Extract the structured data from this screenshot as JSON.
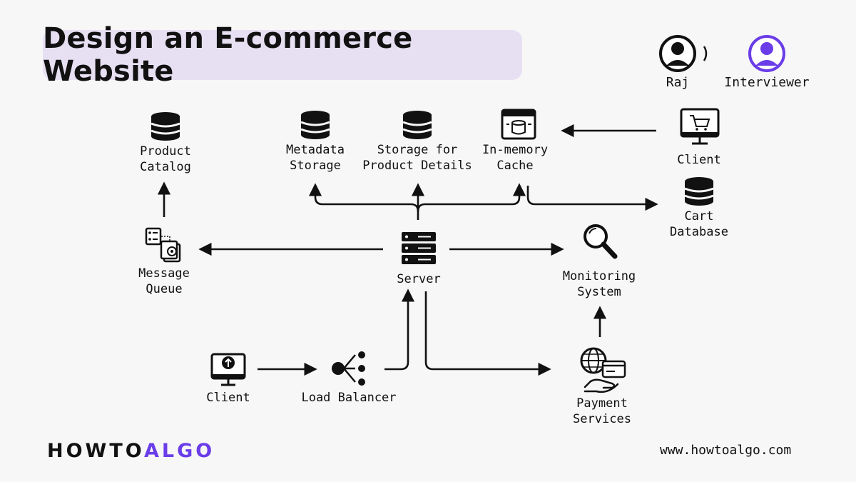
{
  "title": "Design an E-commerce Website",
  "participants": [
    {
      "name": "Raj",
      "icon": "speaker-avatar-icon"
    },
    {
      "name": "Interviewer",
      "icon": "user-avatar-icon",
      "color": "#6a3de8"
    }
  ],
  "nodes": {
    "product_catalog": {
      "line1": "Product",
      "line2": "Catalog",
      "icon": "database-icon"
    },
    "metadata_storage": {
      "line1": "Metadata",
      "line2": "Storage",
      "icon": "database-icon"
    },
    "product_details_storage": {
      "line1": "Storage for",
      "line2": "Product Details",
      "icon": "database-icon"
    },
    "in_memory_cache": {
      "line1": "In-memory",
      "line2": "Cache",
      "icon": "cache-window-icon"
    },
    "client_top": {
      "line1": "Client",
      "icon": "shopping-cart-monitor-icon"
    },
    "cart_database": {
      "line1": "Cart",
      "line2": "Database",
      "icon": "database-icon"
    },
    "message_queue": {
      "line1": "Message",
      "line2": "Queue",
      "icon": "message-queue-icon"
    },
    "server": {
      "line1": "Server",
      "icon": "server-icon"
    },
    "monitoring_system": {
      "line1": "Monitoring",
      "line2": "System",
      "icon": "magnifier-icon"
    },
    "client_bottom": {
      "line1": "Client",
      "icon": "upload-monitor-icon"
    },
    "load_balancer": {
      "line1": "Load Balancer",
      "icon": "load-balancer-icon"
    },
    "payment_services": {
      "line1": "Payment",
      "line2": "Services",
      "icon": "payment-globe-icon"
    }
  },
  "brand": {
    "part1": "HOWTO",
    "part2": "ALGO",
    "accent": "#6a3de8"
  },
  "url": "www.howtoalgo.com",
  "colors": {
    "title_bg": "#e7e0f3",
    "ink": "#111111",
    "accent": "#6a3de8"
  }
}
